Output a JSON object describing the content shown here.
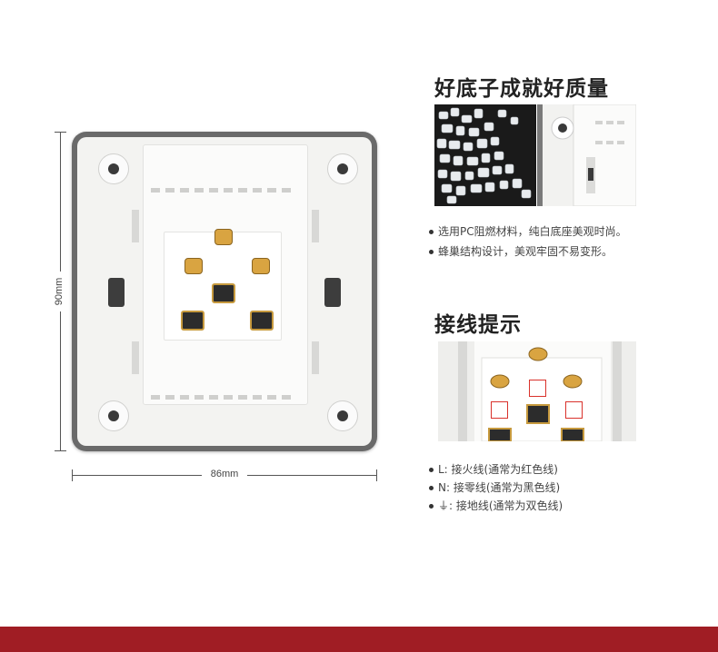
{
  "dimensions": {
    "height_label": "90mm",
    "width_label": "86mm"
  },
  "section_quality": {
    "title": "好底子成就好质量",
    "bullets": [
      "选用PC阻燃材料，纯白底座美观时尚。",
      "蜂巢结构设计，美观牢固不易变形。"
    ]
  },
  "section_wiring": {
    "title": "接线提示",
    "bullets": [
      "L: 接火线(通常为红色线)",
      "N: 接零线(通常为黑色线)",
      "⏚: 接地线(通常为双色线)"
    ]
  },
  "colors": {
    "footer": "#a01d24",
    "frame": "#6a6a6a",
    "contact_gold": "#d9a441",
    "highlight_box": "#d9312b"
  }
}
